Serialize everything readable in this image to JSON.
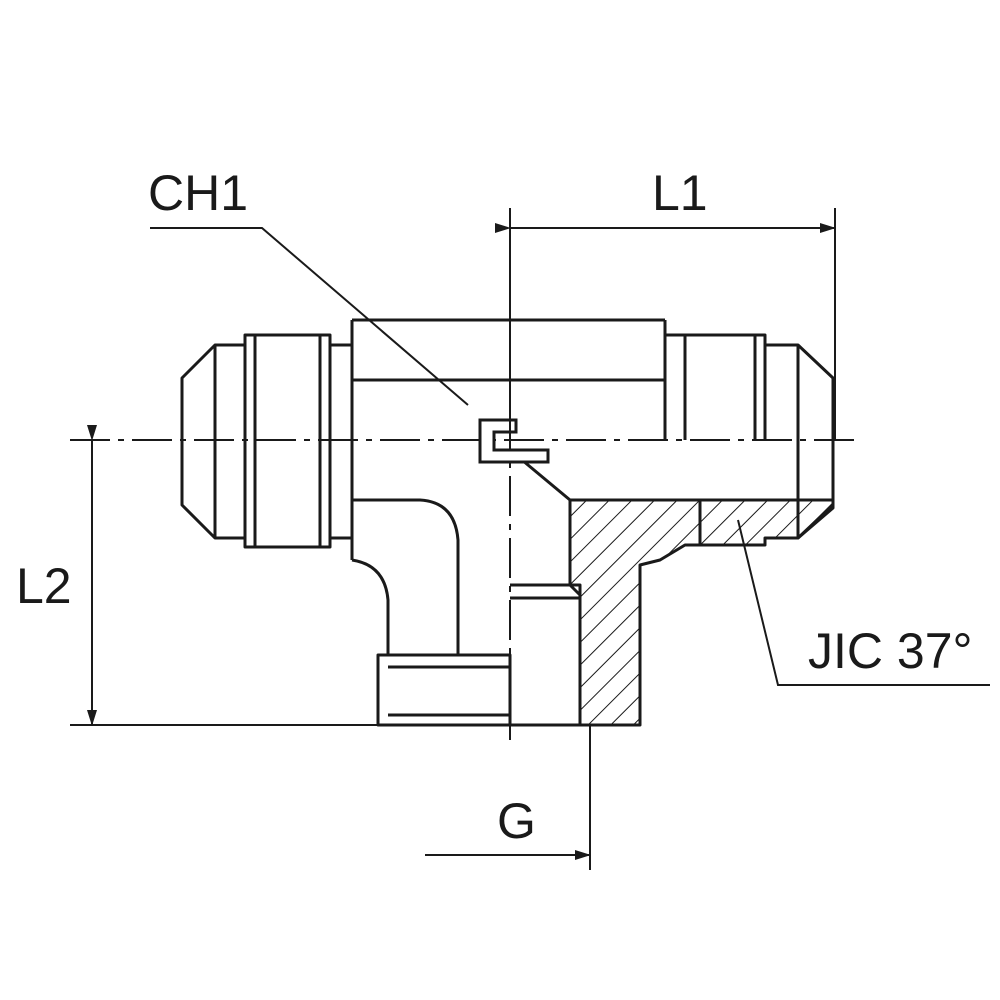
{
  "labels": {
    "ch1": "CH1",
    "l1": "L1",
    "l2": "L2",
    "g": "G",
    "jic": "JIC 37°"
  },
  "colors": {
    "line": "#1a1a1a",
    "background": "#ffffff"
  }
}
